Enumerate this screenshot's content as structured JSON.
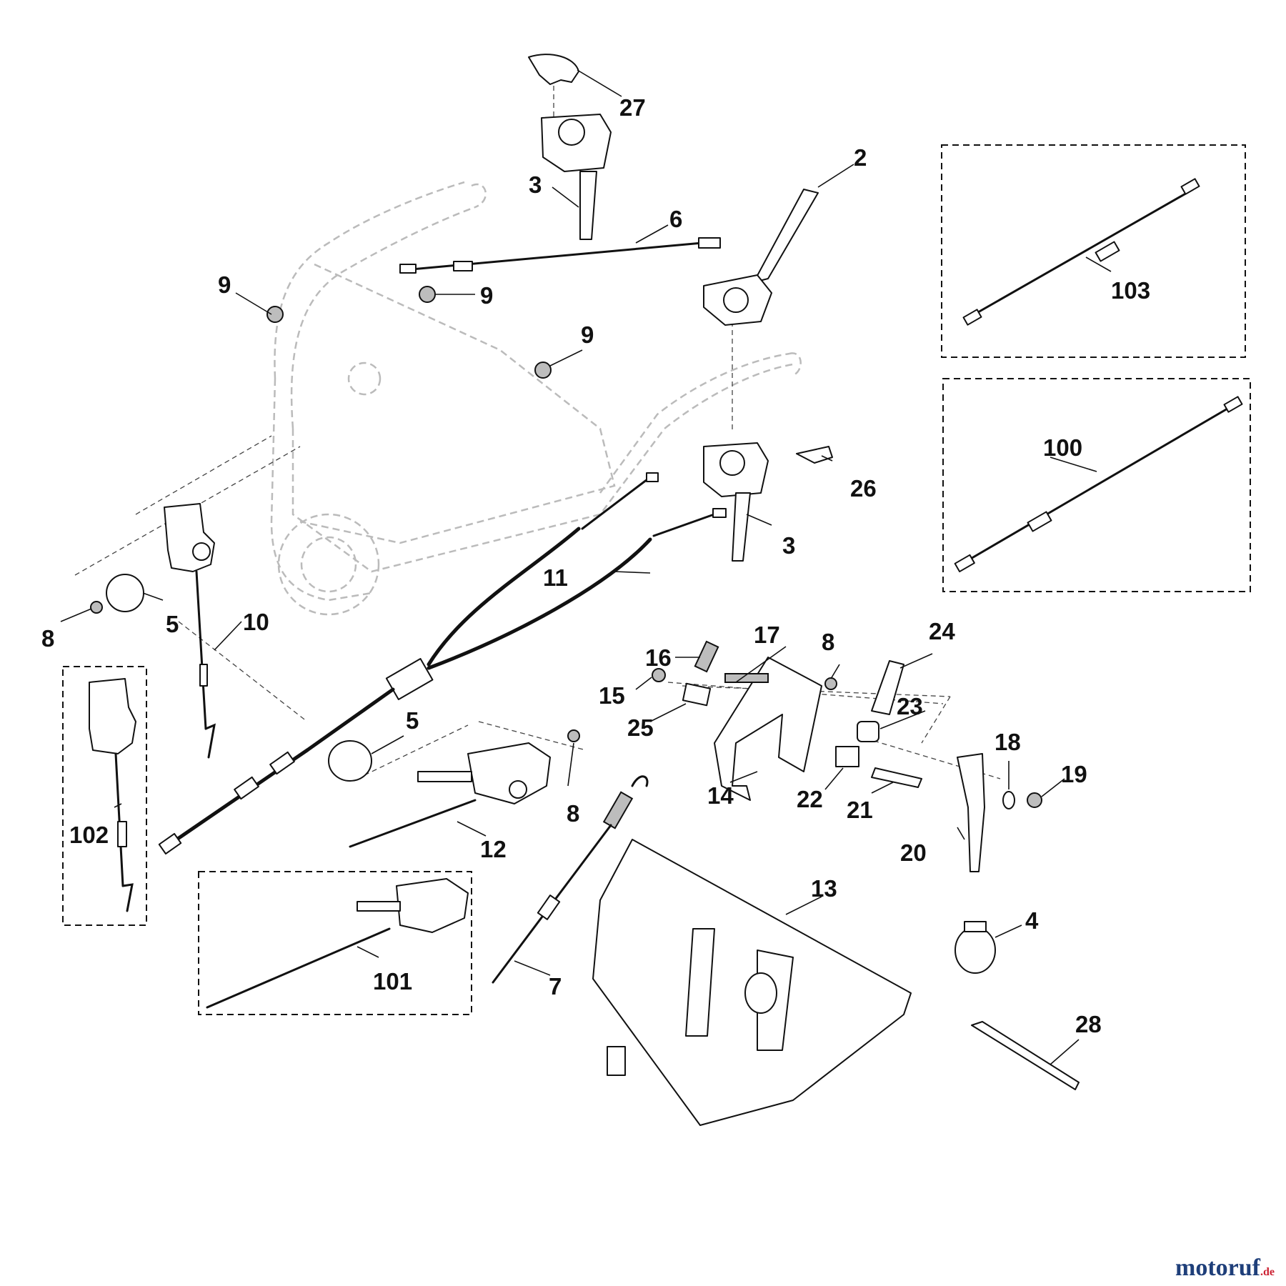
{
  "diagram": {
    "callouts": [
      "2",
      "3",
      "3",
      "4",
      "5",
      "5",
      "6",
      "7",
      "8",
      "8",
      "8",
      "9",
      "9",
      "9",
      "10",
      "11",
      "12",
      "13",
      "14",
      "15",
      "16",
      "17",
      "18",
      "19",
      "20",
      "21",
      "22",
      "23",
      "24",
      "25",
      "26",
      "27",
      "28",
      "100",
      "101",
      "102",
      "103"
    ]
  },
  "watermark": {
    "text": "motoruf",
    "tld": ".de"
  }
}
